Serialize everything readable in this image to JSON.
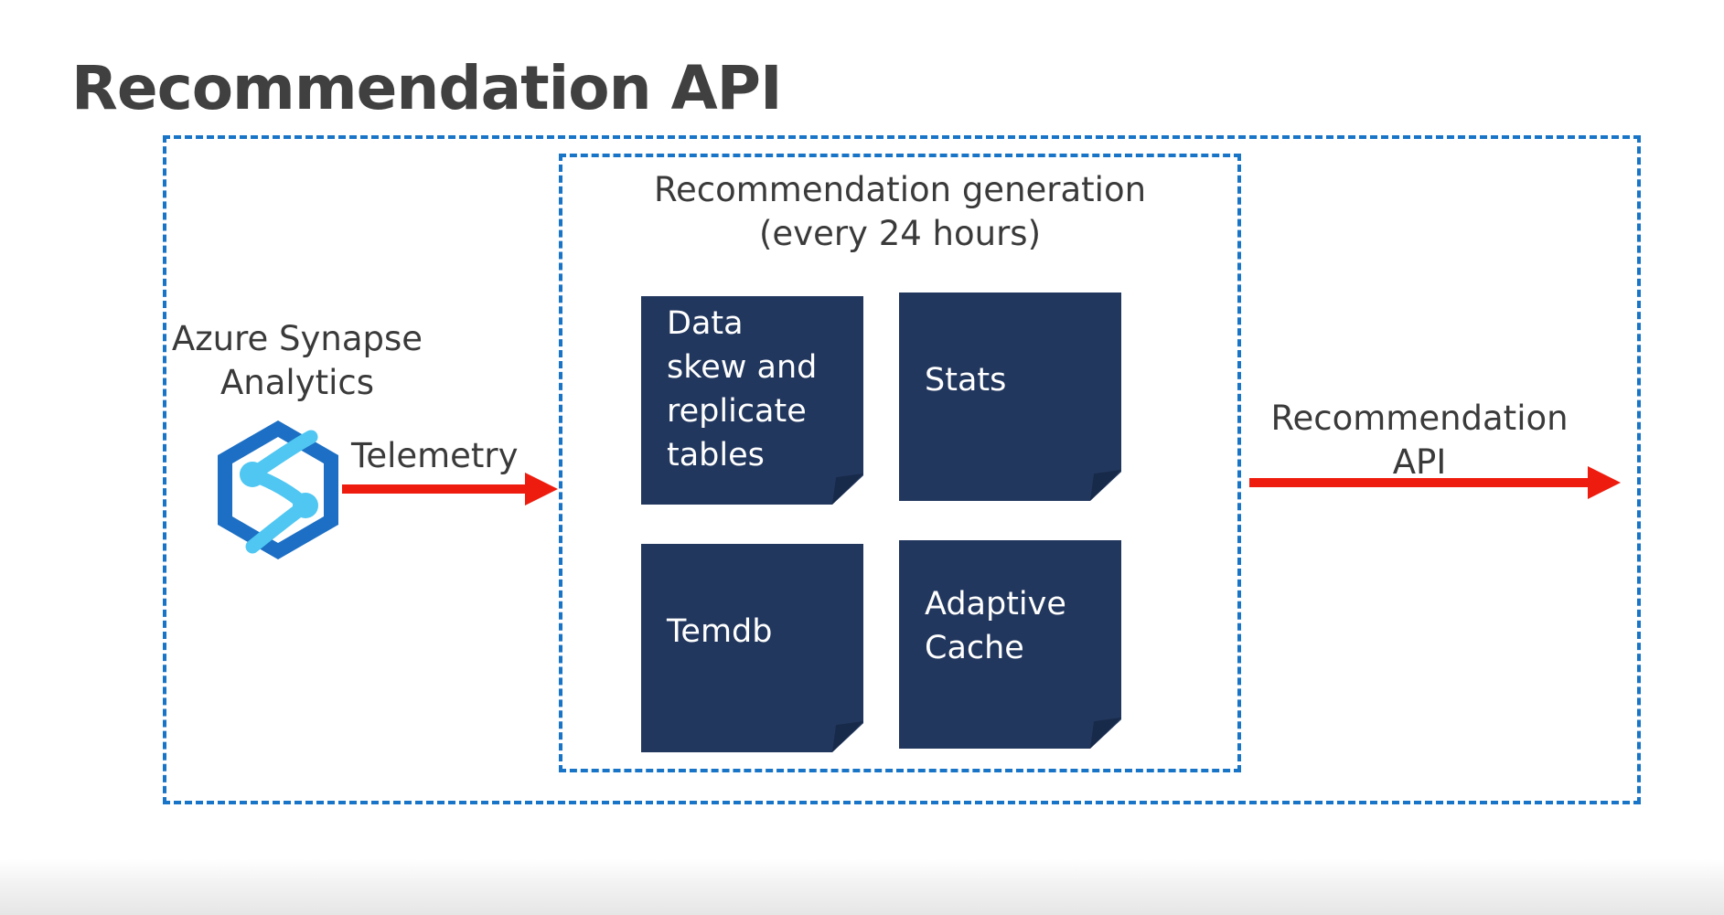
{
  "title": "Recommendation API",
  "generation_box": {
    "title_line1": "Recommendation generation",
    "title_line2": "(every 24 hours)"
  },
  "source": {
    "label_line1": "Azure Synapse",
    "label_line2": "Analytics",
    "icon": "azure-synapse-analytics-icon"
  },
  "flow_in": {
    "label": "Telemetry"
  },
  "flow_out": {
    "label_line1": "Recommendation",
    "label_line2": "API"
  },
  "cards": [
    {
      "lines": [
        "Data",
        "skew and",
        "replicate",
        "tables"
      ]
    },
    {
      "lines": [
        "Stats"
      ]
    },
    {
      "lines": [
        "Temdb"
      ]
    },
    {
      "lines": [
        "Adaptive",
        "Cache"
      ]
    }
  ],
  "colors": {
    "box_border": "#1874c7",
    "card_fill": "#22375e",
    "arrow": "#ee1c0e",
    "title_text": "#404040",
    "icon_dark": "#1c6fc4",
    "icon_light": "#4fc7f2"
  }
}
